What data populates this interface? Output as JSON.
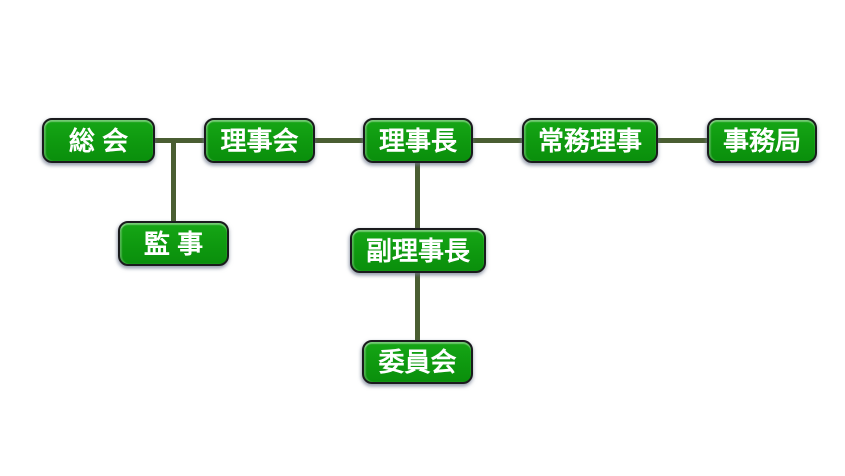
{
  "diagram": {
    "type": "org-chart",
    "background_color": "#ffffff",
    "node_fill_color": "#0e990f",
    "node_border_color": "#1a1b1d",
    "node_text_color": "#ffffff",
    "connector_color": "#4a5e32",
    "nodes": {
      "soukai": {
        "label": "総 会"
      },
      "rijikai": {
        "label": "理事会"
      },
      "rijicho": {
        "label": "理事長"
      },
      "jomuriji": {
        "label": "常務理事"
      },
      "jimukyoku": {
        "label": "事務局"
      },
      "kanji": {
        "label": "監 事"
      },
      "fukurijicho": {
        "label": "副理事長"
      },
      "iinkai": {
        "label": "委員会"
      }
    },
    "edges": [
      {
        "from": "soukai",
        "to": "rijikai"
      },
      {
        "from": "rijikai",
        "to": "rijicho"
      },
      {
        "from": "rijicho",
        "to": "jomuriji"
      },
      {
        "from": "jomuriji",
        "to": "jimukyoku"
      },
      {
        "from": "soukai-rijikai-link",
        "to": "kanji"
      },
      {
        "from": "rijicho",
        "to": "fukurijicho"
      },
      {
        "from": "fukurijicho",
        "to": "iinkai"
      }
    ]
  }
}
